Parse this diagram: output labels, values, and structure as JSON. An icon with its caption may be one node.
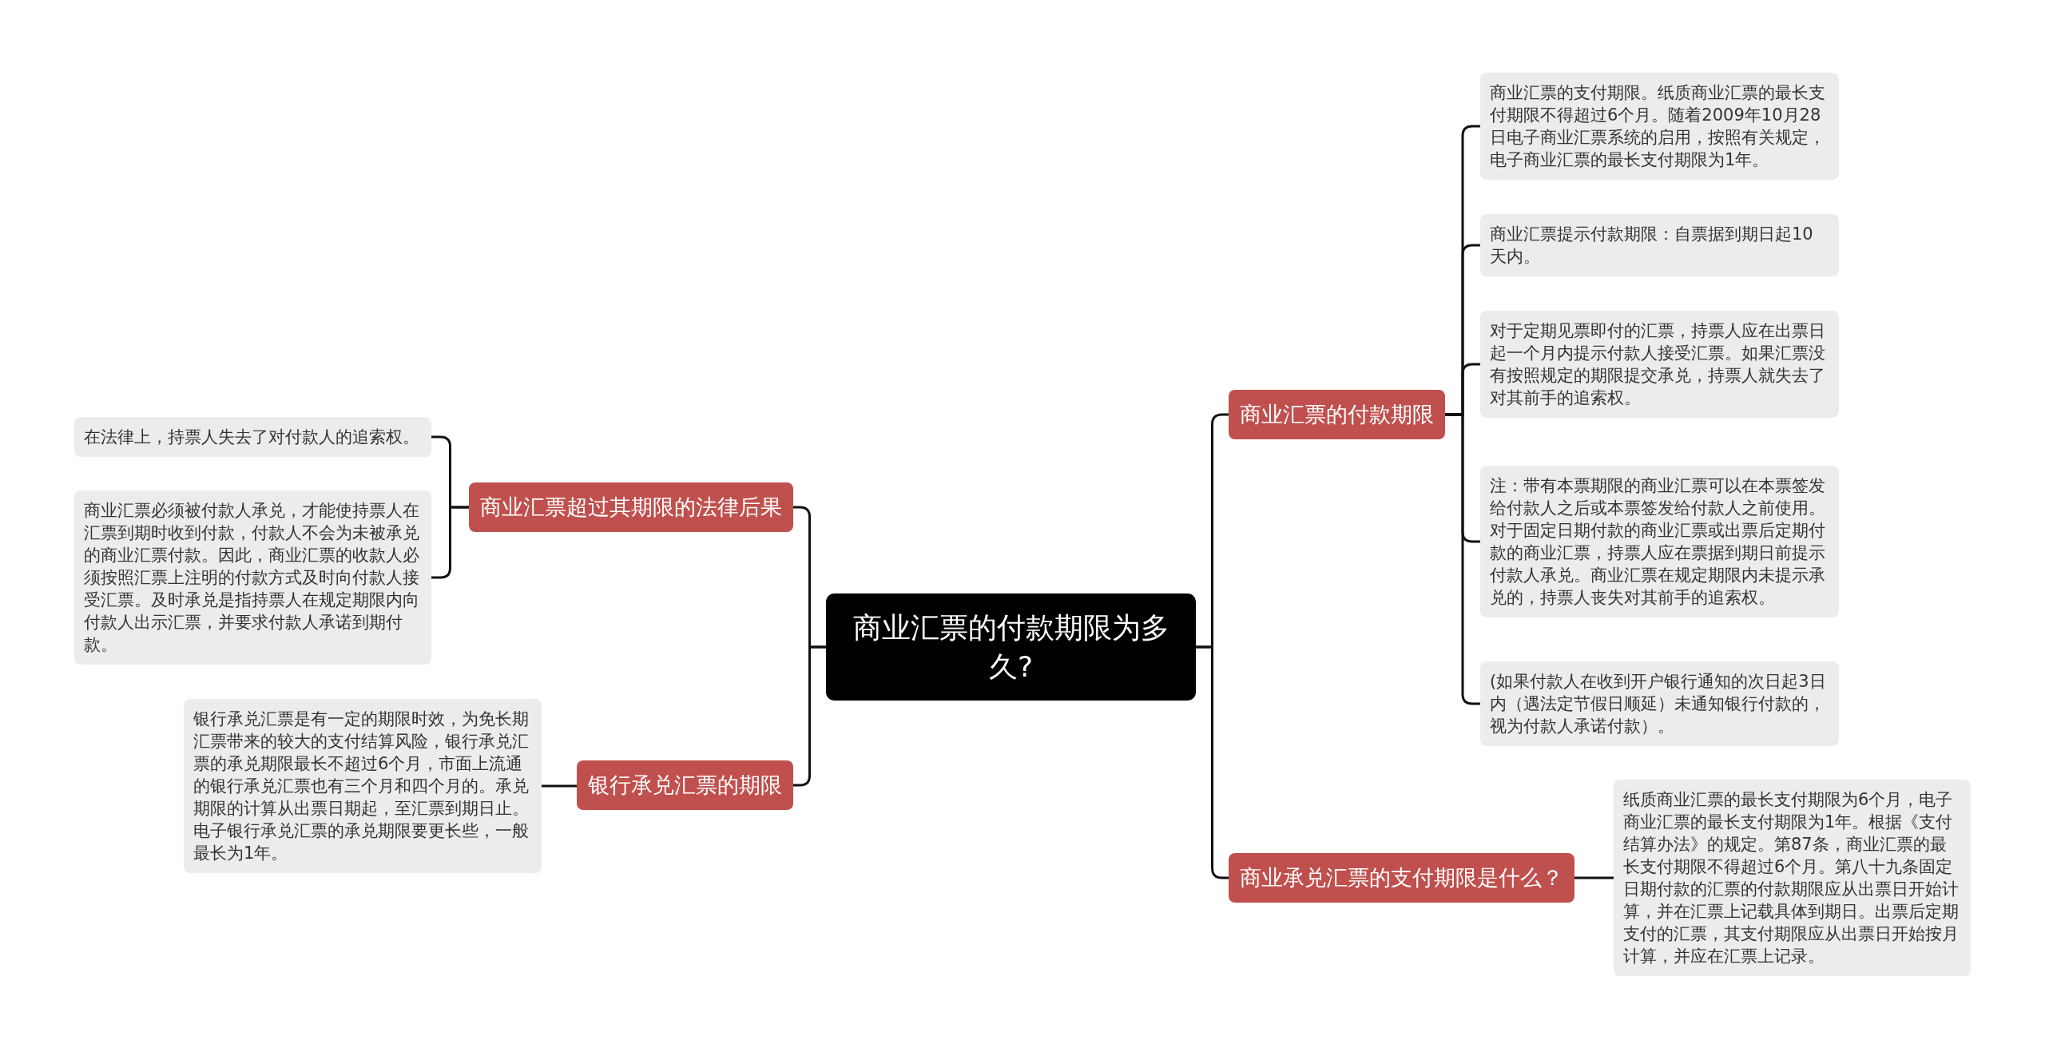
{
  "diagram": {
    "nodes": [
      {
        "text": [
          "商业汇票的付款期限为多久?"
        ]
      },
      {
        "text": [
          "商业汇票的付款期限"
        ]
      },
      {
        "text": [
          "商业汇票的支付期限。纸质商业汇票的最长支付期限不得超过6个月。随着2009年10月28日电子商业汇票系统的启用，按照有关规定，电子商业汇票的最长支付期限为1年。"
        ]
      },
      {
        "text": [
          "商业汇票提示付款期限：自票据到期日起10天内。"
        ]
      },
      {
        "text": [
          "对于定期见票即付的汇票，持票人应在出票日起一个月内提示付款人接受汇票。如果汇票没有按照规定的期限提交承兑，持票人就失去了对其前手的追索权。"
        ]
      },
      {
        "text": [
          "注：带有本票期限的商业汇票可以在本票签发给付款人之后或本票签发给付款人之前使用。对于固定日期付款的商业汇票或出票后定期付款的商业汇票，持票人应在票据到期日前提示付款人承兑。商业汇票在规定期限内未提示承兑的，持票人丧失对其前手的追索权。"
        ]
      },
      {
        "text": [
          "(如果付款人在收到开户银行通知的次日起3日内（遇法定节假日顺延）未通知银行付款的，视为付款人承诺付款）。"
        ]
      },
      {
        "text": [
          "商业承兑汇票的支付期限是什么？"
        ]
      },
      {
        "text": [
          "纸质商业汇票的最长支付期限为6个月，电子商业汇票的最长支付期限为1年。根据《支付结算办法》的规定。第87条，商业汇票的最长支付期限不得超过6个月。第八十九条固定日期付款的汇票的付款期限应从出票日开始计算，并在汇票上记载具体到期日。出票后定期支付的汇票，其支付期限应从出票日开始按月计算，并应在汇票上记录。"
        ]
      },
      {
        "text": [
          "商业汇票超过其期限的法律后果"
        ]
      },
      {
        "text": [
          "在法律上，持票人失去了对付款人的追索权。"
        ]
      },
      {
        "text": [
          "商业汇票必须被付款人承兑，才能使持票人在汇票到期时收到付款，付款人不会为未被承兑的商业汇票付款。因此，商业汇票的收款人必须按照汇票上注明的付款方式及时向付款人接受汇票。及时承兑是指持票人在规定期限内向付款人出示汇票，并要求付款人承诺到期付款。"
        ]
      },
      {
        "text": [
          "银行承兑汇票的期限"
        ]
      },
      {
        "text": [
          "银行承兑汇票是有一定的期限时效，为免长期汇票带来的较大的支付结算风险，银行承兑汇票的承兑期限最长不超过6个月，市面上流通的银行承兑汇票也有三个月和四个月的。承兑期限的计算从出票日期起，至汇票到期日止。电子银行承兑汇票的承兑期限要更长些，一般最长为1年。"
        ]
      }
    ],
    "edges": [
      {
        "from": 0,
        "to": 1,
        "arrow": "none"
      },
      {
        "from": 1,
        "to": 2,
        "arrow": "none"
      },
      {
        "from": 1,
        "to": 3,
        "arrow": "none"
      },
      {
        "from": 1,
        "to": 4,
        "arrow": "none"
      },
      {
        "from": 1,
        "to": 5,
        "arrow": "none"
      },
      {
        "from": 1,
        "to": 6,
        "arrow": "none"
      },
      {
        "from": 0,
        "to": 7,
        "arrow": "none"
      },
      {
        "from": 7,
        "to": 8,
        "arrow": "none"
      },
      {
        "from": 0,
        "to": 9,
        "arrow": "none"
      },
      {
        "from": 9,
        "to": 10,
        "arrow": "none"
      },
      {
        "from": 9,
        "to": 11,
        "arrow": "none"
      },
      {
        "from": 0,
        "to": 12,
        "arrow": "none"
      },
      {
        "from": 12,
        "to": 13,
        "arrow": "none"
      }
    ]
  }
}
